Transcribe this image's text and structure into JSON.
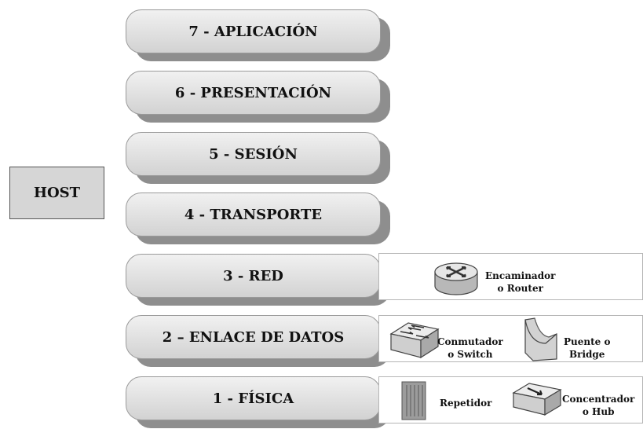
{
  "host_label": "HOST",
  "layers": [
    {
      "label": "7 - APLICACIÓN"
    },
    {
      "label": "6 - PRESENTACIÓN"
    },
    {
      "label": "5 - SESIÓN"
    },
    {
      "label": "4 - TRANSPORTE"
    },
    {
      "label": "3 - RED"
    },
    {
      "label": "2 – ENLACE DE DATOS"
    },
    {
      "label": "1 - FÍSICA"
    }
  ],
  "devices": {
    "router": {
      "line1": "Encaminador",
      "line2": "o Router",
      "icon": "router-icon"
    },
    "switch": {
      "line1": "Conmutador",
      "line2": "o Switch",
      "icon": "switch-icon"
    },
    "bridge": {
      "line1": "Puente o",
      "line2": "Bridge",
      "icon": "bridge-icon"
    },
    "repeater": {
      "line1": "Repetidor",
      "icon": "repeater-icon"
    },
    "hub": {
      "line1": "Concentrador",
      "line2": "o Hub",
      "icon": "hub-icon"
    }
  }
}
